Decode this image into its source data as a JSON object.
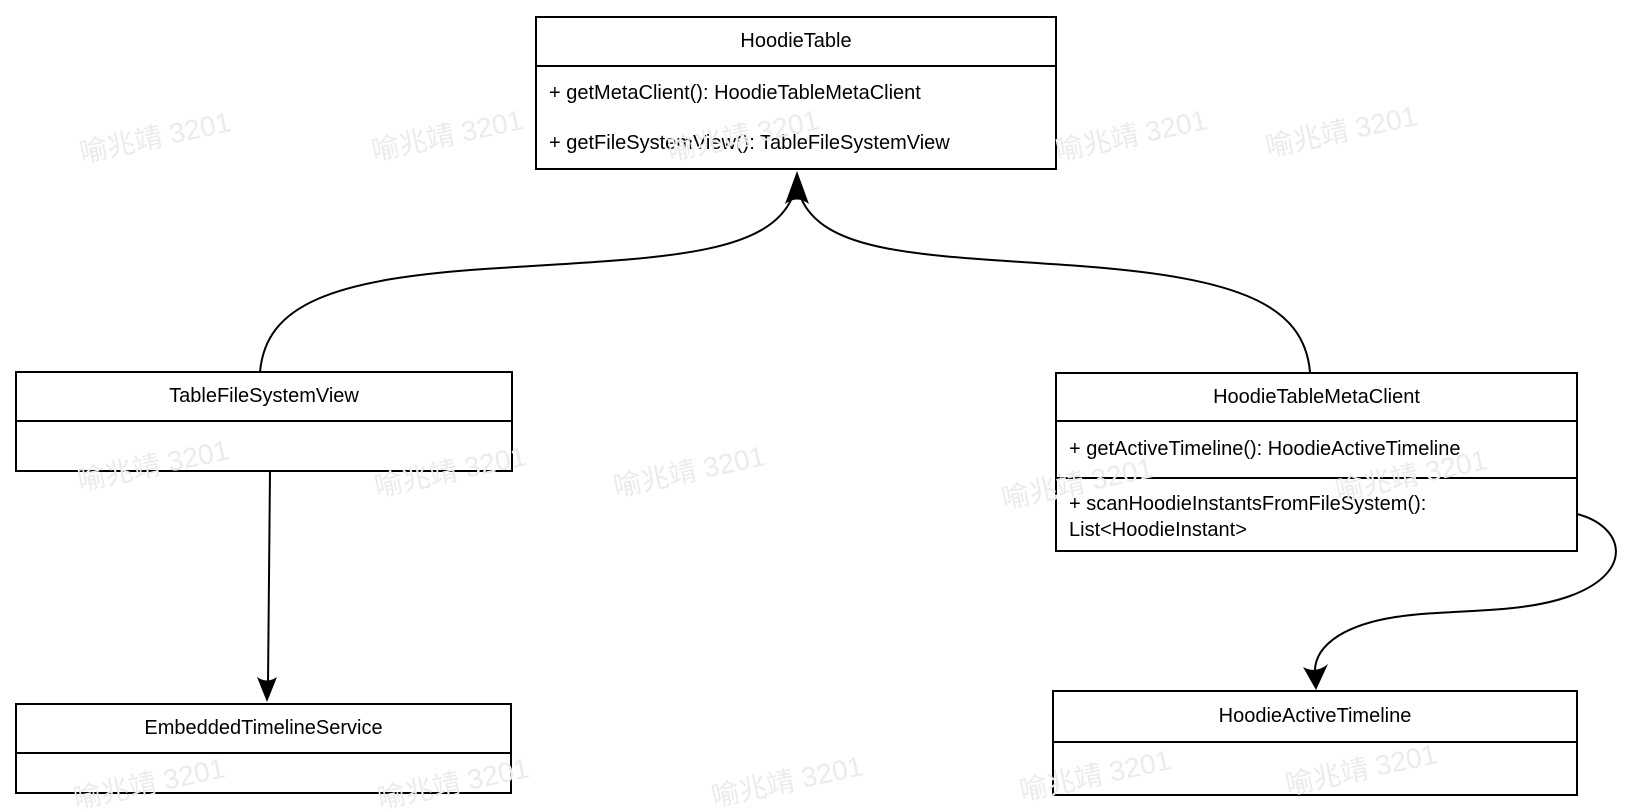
{
  "diagram": {
    "classes": {
      "hoodie_table": {
        "title": "HoodieTable",
        "methods": [
          "+ getMetaClient(): HoodieTableMetaClient",
          "+ getFileSystemView(): TableFileSystemView"
        ]
      },
      "table_file_system_view": {
        "title": "TableFileSystemView"
      },
      "hoodie_table_meta_client": {
        "title": "HoodieTableMetaClient",
        "methods": [
          "+ getActiveTimeline(): HoodieActiveTimeline",
          "+ scanHoodieInstantsFromFileSystem(): List<HoodieInstant>"
        ]
      },
      "embedded_timeline_service": {
        "title": "EmbeddedTimelineService"
      },
      "hoodie_active_timeline": {
        "title": "HoodieActiveTimeline"
      }
    },
    "relations": [
      {
        "from": "TableFileSystemView",
        "to": "HoodieTable"
      },
      {
        "from": "HoodieTableMetaClient",
        "to": "HoodieTable"
      },
      {
        "from": "TableFileSystemView",
        "to": "EmbeddedTimelineService"
      },
      {
        "from": "HoodieTableMetaClient",
        "to": "HoodieActiveTimeline"
      }
    ],
    "colors": {
      "stroke": "#000000",
      "box_fill": "#ffffff",
      "background": "#ffffff"
    }
  },
  "watermark": {
    "text": "喻兆靖 3201",
    "color": "#ebebeb"
  }
}
